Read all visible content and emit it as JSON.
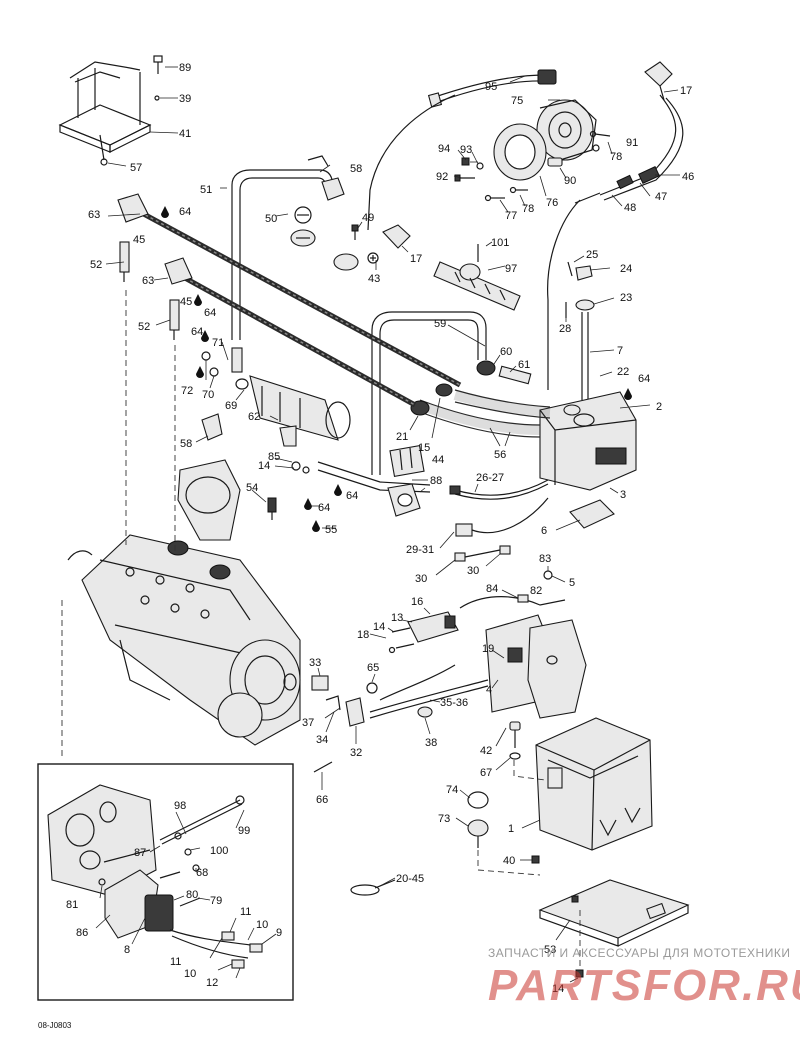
{
  "callouts": {
    "c1": "1",
    "c2": "2",
    "c3": "3",
    "c4": "4",
    "c5": "5",
    "c6": "6",
    "c7": "7",
    "c8": "8",
    "c9": "9",
    "c10": "10",
    "c10b": "10",
    "c11": "11",
    "c11b": "11",
    "c12": "12",
    "c13": "13",
    "c14": "14",
    "c14b": "14",
    "c14c": "14",
    "c15": "15",
    "c16": "16",
    "c17": "17",
    "c17b": "17",
    "c18": "18",
    "c19": "19",
    "c20_45": "20-45",
    "c21": "21",
    "c22": "22",
    "c23": "23",
    "c24": "24",
    "c25": "25",
    "c26_27": "26-27",
    "c28": "28",
    "c29_31": "29-31",
    "c30": "30",
    "c30b": "30",
    "c32": "32",
    "c33": "33",
    "c34": "34",
    "c35_36": "35-36",
    "c37": "37",
    "c38": "38",
    "c39": "39",
    "c40": "40",
    "c41": "41",
    "c42": "42",
    "c43": "43",
    "c44": "44",
    "c45": "45",
    "c45b": "45",
    "c46": "46",
    "c47": "47",
    "c48": "48",
    "c49": "49",
    "c50": "50",
    "c51": "51",
    "c52": "52",
    "c52b": "52",
    "c53": "53",
    "c54": "54",
    "c55": "55",
    "c56": "56",
    "c57": "57",
    "c58": "58",
    "c58b": "58",
    "c59": "59",
    "c60": "60",
    "c61": "61",
    "c62": "62",
    "c63": "63",
    "c63b": "63",
    "c64": "64",
    "c64b": "64",
    "c64c": "64",
    "c64d": "64",
    "c64e": "64",
    "c64f": "64",
    "c65": "65",
    "c66": "66",
    "c67": "67",
    "c68": "68",
    "c69": "69",
    "c70": "70",
    "c71": "71",
    "c72": "72",
    "c73": "73",
    "c74": "74",
    "c75": "75",
    "c76": "76",
    "c77": "77",
    "c78": "78",
    "c78b": "78",
    "c79": "79",
    "c80": "80",
    "c81": "81",
    "c82": "82",
    "c83": "83",
    "c84": "84",
    "c85": "85",
    "c86": "86",
    "c87": "87",
    "c88": "88",
    "c89": "89",
    "c90": "90",
    "c91": "91",
    "c92": "92",
    "c93": "93",
    "c94": "94",
    "c95": "95",
    "c97": "97",
    "c98": "98",
    "c99": "99",
    "c100": "100",
    "c101": "101"
  },
  "drawing_code": "08-J0803",
  "watermark": {
    "tagline": "ЗАПЧАСТИ И АКСЕССУАРЫ ДЛЯ МОТОТЕХНИКИ",
    "brand": "PARTSFOR.RU"
  }
}
